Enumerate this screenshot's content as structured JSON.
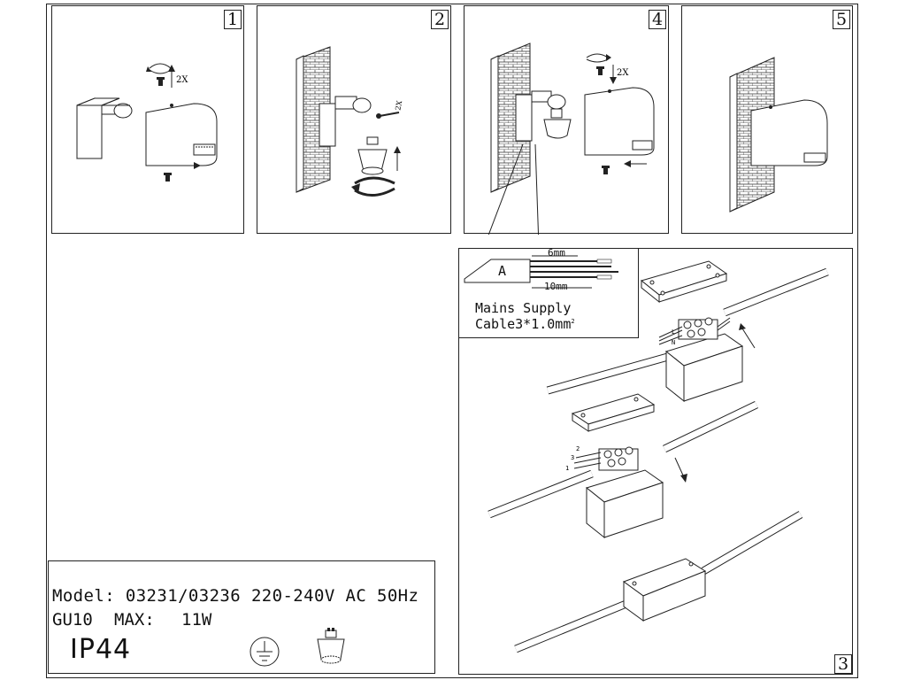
{
  "steps": {
    "s1": "1",
    "s2": "2",
    "s3": "3",
    "s4": "4",
    "s5": "5"
  },
  "step1": {
    "screws": "2X"
  },
  "step2": {
    "screws": "2X"
  },
  "step4": {
    "screws": "2X"
  },
  "wiring": {
    "inset_letter": "A",
    "strip_6": "6mm",
    "strip_10": "10mm",
    "supply_line1": "Mains Supply",
    "supply_line2": "Cable3*1.0mm",
    "supply_sup": "2",
    "wire_L": "L",
    "wire_N": "N",
    "term_1": "1",
    "term_2": "2",
    "term_3": "3"
  },
  "spec": {
    "model_line": "Model: 03231/03236 220-240V AC 50Hz",
    "socket": "GU10",
    "max_label": "MAX:",
    "max_watt": "11W",
    "ip_rating": "IP44"
  },
  "icons": [
    "earth-ground-icon",
    "gu10-bulb-icon",
    "rotate-icon",
    "screw-icon",
    "arrow-icon"
  ]
}
